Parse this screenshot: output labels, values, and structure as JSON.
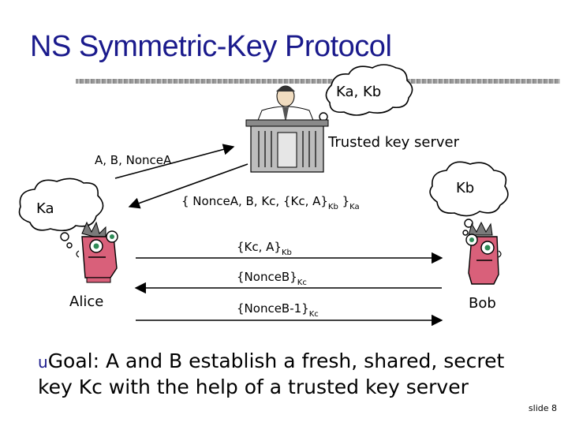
{
  "title": "NS Symmetric-Key Protocol",
  "server": {
    "thought": "Ka, Kb",
    "label": "Trusted key server"
  },
  "alice": {
    "name": "Alice",
    "thought": "Ka"
  },
  "bob": {
    "name": "Bob",
    "thought": "Kb"
  },
  "messages": {
    "m1": "A, B, NonceA",
    "m2": {
      "a": "{ NonceA, B, Kc, {Kc, A}",
      "a_sub": "Kb",
      "b": " }",
      "b_sub": "Ka"
    },
    "m3": {
      "a": "{Kc, A}",
      "a_sub": "Kb"
    },
    "m4": {
      "a": "{NonceB}",
      "a_sub": "Kc"
    },
    "m5": {
      "a": "{NonceB-1}",
      "a_sub": "Kc"
    }
  },
  "bullet": {
    "symbol": "u",
    "text": "Goal: A and B establish a fresh, shared, secret key Kc with the help of a trusted key server"
  },
  "slide_number": "slide 8",
  "colors": {
    "title": "#1a1a8c",
    "face": "#d9607a",
    "hair": "#7a7a7a"
  }
}
